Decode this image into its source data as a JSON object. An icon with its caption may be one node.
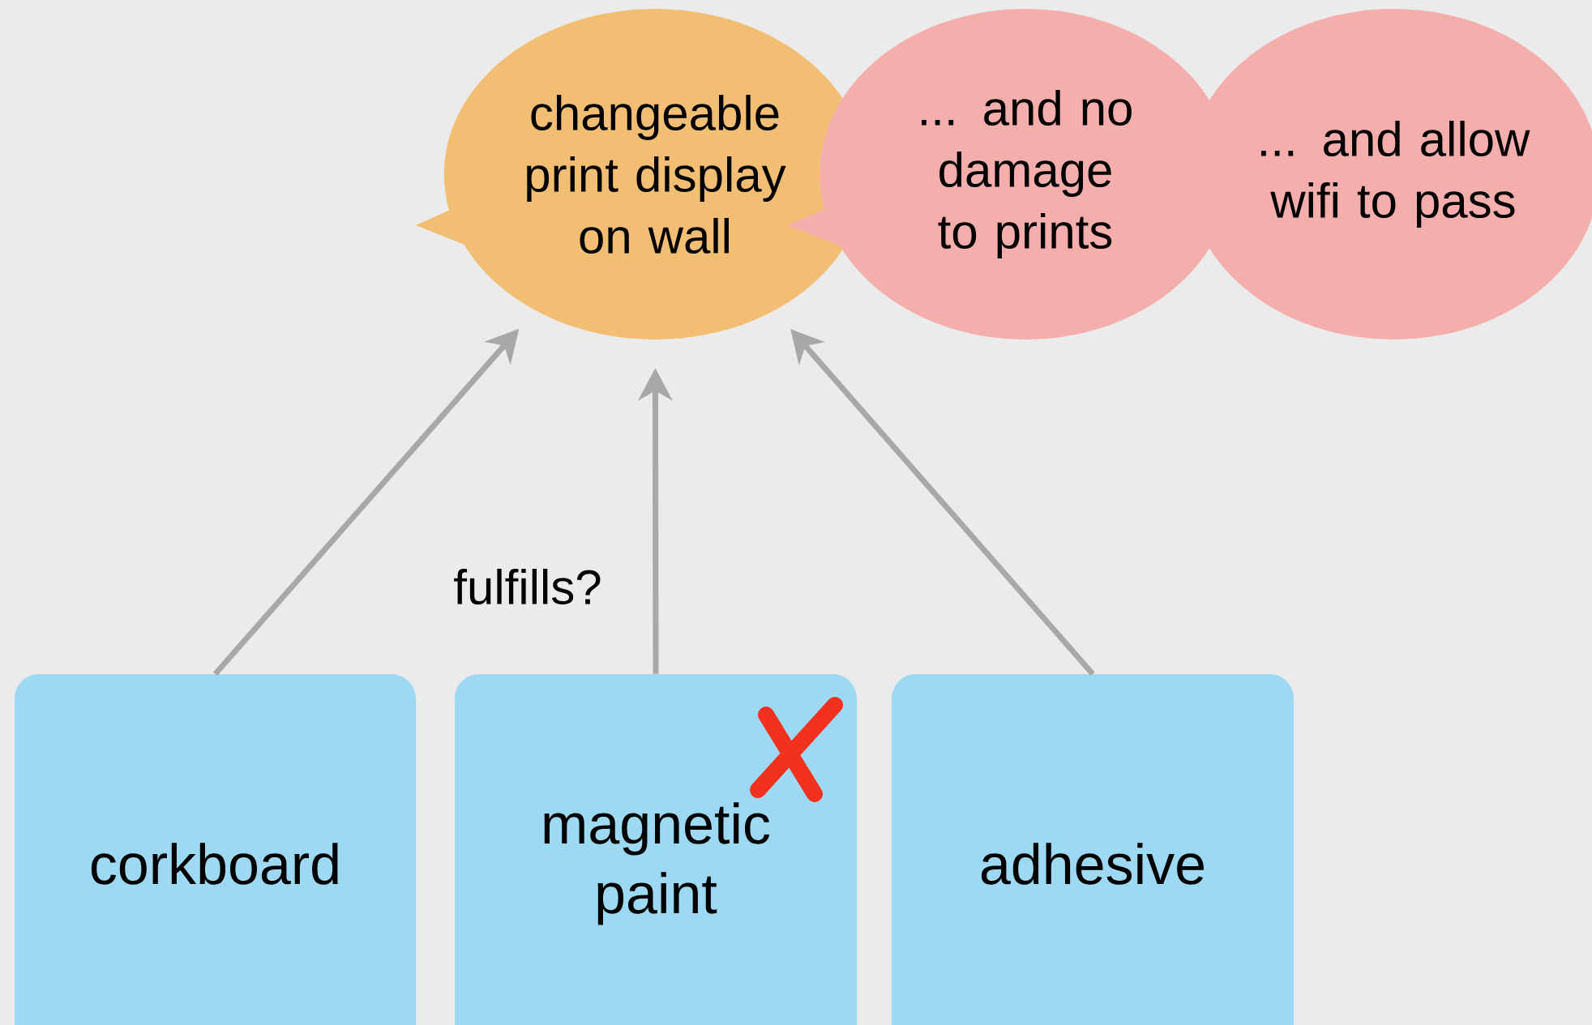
{
  "diagram": {
    "nodes": [
      {
        "text": [
          "changeable print display on wall"
        ]
      },
      {
        "text": [
          "... and no damage to prints"
        ]
      },
      {
        "text": [
          "... and allow wifi to pass"
        ]
      },
      {
        "text": [
          "corkboard"
        ]
      },
      {
        "text": [
          "magnetic paint"
        ]
      },
      {
        "text": [
          "adhesive"
        ]
      }
    ],
    "edges": [
      {
        "from": 3,
        "to": 0,
        "arrow": "to"
      },
      {
        "from": 4,
        "to": 0,
        "arrow": "to",
        "label": "fulfills?"
      },
      {
        "from": 5,
        "to": 0,
        "arrow": "to"
      }
    ]
  }
}
